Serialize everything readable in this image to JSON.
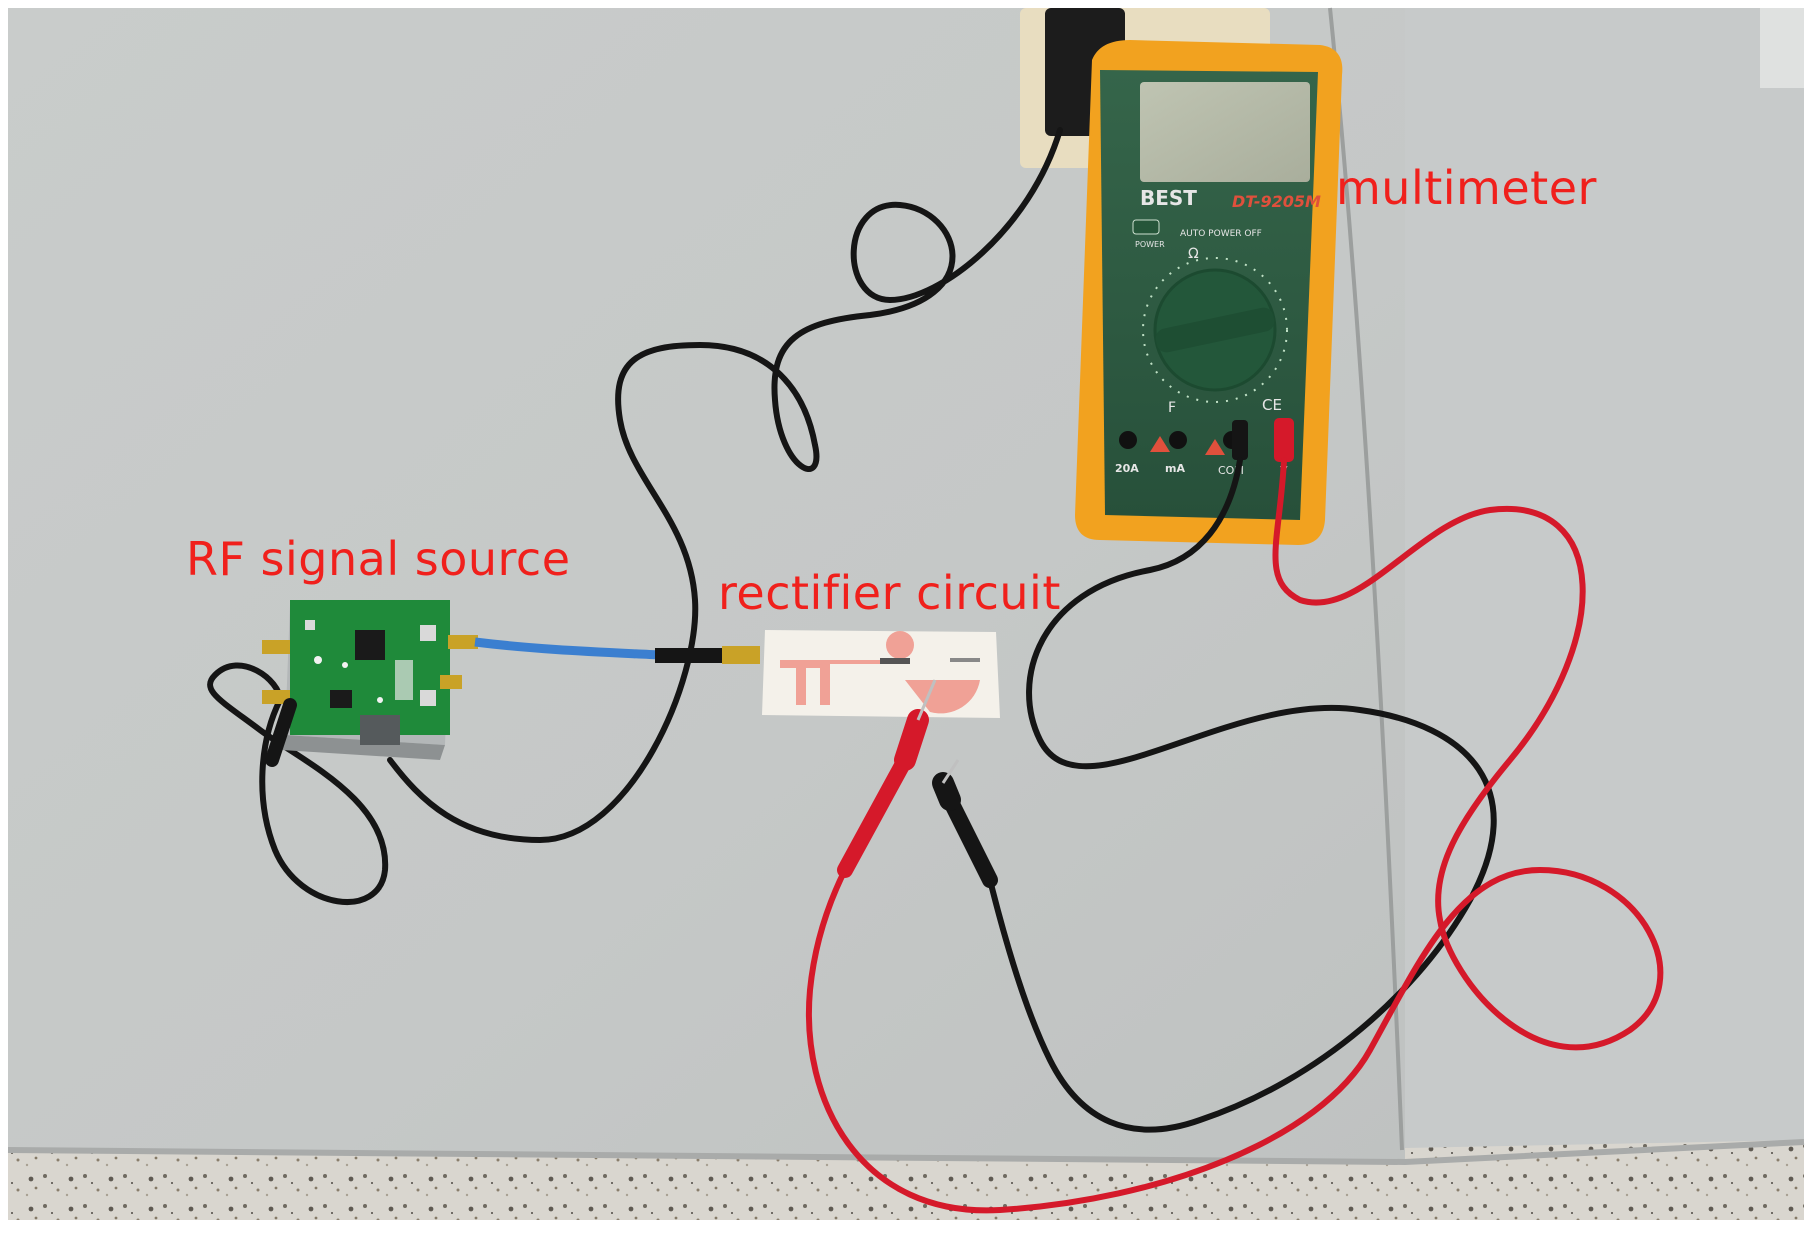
{
  "labels": {
    "rf_source": "RF signal source",
    "rectifier": "rectifier circuit",
    "multimeter": "multimeter"
  },
  "multimeter_markings": {
    "brand": "BEST",
    "model": "DT-9205M",
    "auto_off": "AUTO POWER OFF",
    "power": "POWER",
    "ohm": "Ω",
    "f_mark": "F",
    "ce_mark": "CE",
    "jack_20a": "20A",
    "jack_ma": "mA",
    "jack_com": "COM",
    "jack_v": "V"
  },
  "colors": {
    "label_red": "#f0201c",
    "table_gray": "#c8cbcb",
    "meter_orange": "#f2a21f",
    "meter_green": "#2f5a3b",
    "pcb_green": "#1f8a3a",
    "lead_red": "#d5192a",
    "lead_black": "#151515",
    "coax_blue": "#3b7fd0",
    "substrate": "#f4f1ea",
    "trace_pink": "#f0a196"
  }
}
